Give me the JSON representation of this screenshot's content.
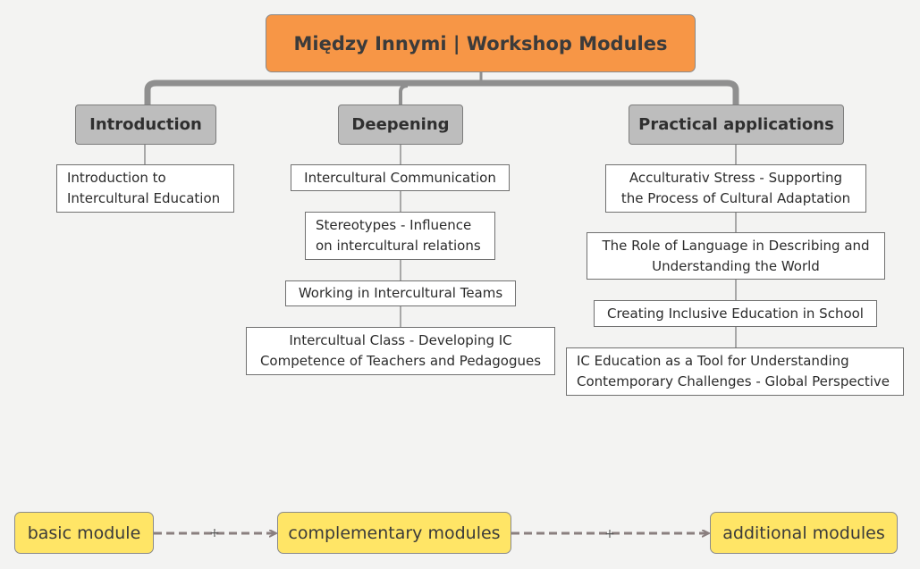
{
  "root": {
    "title": "Między Innymi | Workshop Modules"
  },
  "categories": [
    {
      "title": "Introduction",
      "items": [
        [
          "Introduction to",
          "Intercultural Education"
        ]
      ]
    },
    {
      "title": "Deepening",
      "items": [
        [
          "Intercultural Communication"
        ],
        [
          "Stereotypes - Influence",
          "on intercultural relations"
        ],
        [
          "Working in Intercultural Teams"
        ],
        [
          "Intercultual Class - Developing IC",
          "Competence of Teachers and Pedagogues"
        ]
      ]
    },
    {
      "title": "Practical applications",
      "items": [
        [
          "Acculturativ Stress - Supporting",
          "the Process of Cultural Adaptation"
        ],
        [
          "The Role of Language in Describing and",
          "Understanding the World"
        ],
        [
          "Creating Inclusive Education in School"
        ],
        [
          "IC Education as a Tool for Understanding",
          "Contemporary Challenges - Global Perspective"
        ]
      ]
    }
  ],
  "flow": {
    "basic": "basic module",
    "complementary": "complementary modules",
    "additional": "additional modules",
    "plus_1": "+",
    "plus_2": "+"
  },
  "colors": {
    "root_fill": "#f79646",
    "category_fill": "#bdbdbd",
    "flow_fill": "#ffe566",
    "connector": "#8f8f8f",
    "background": "#f3f3f2"
  }
}
